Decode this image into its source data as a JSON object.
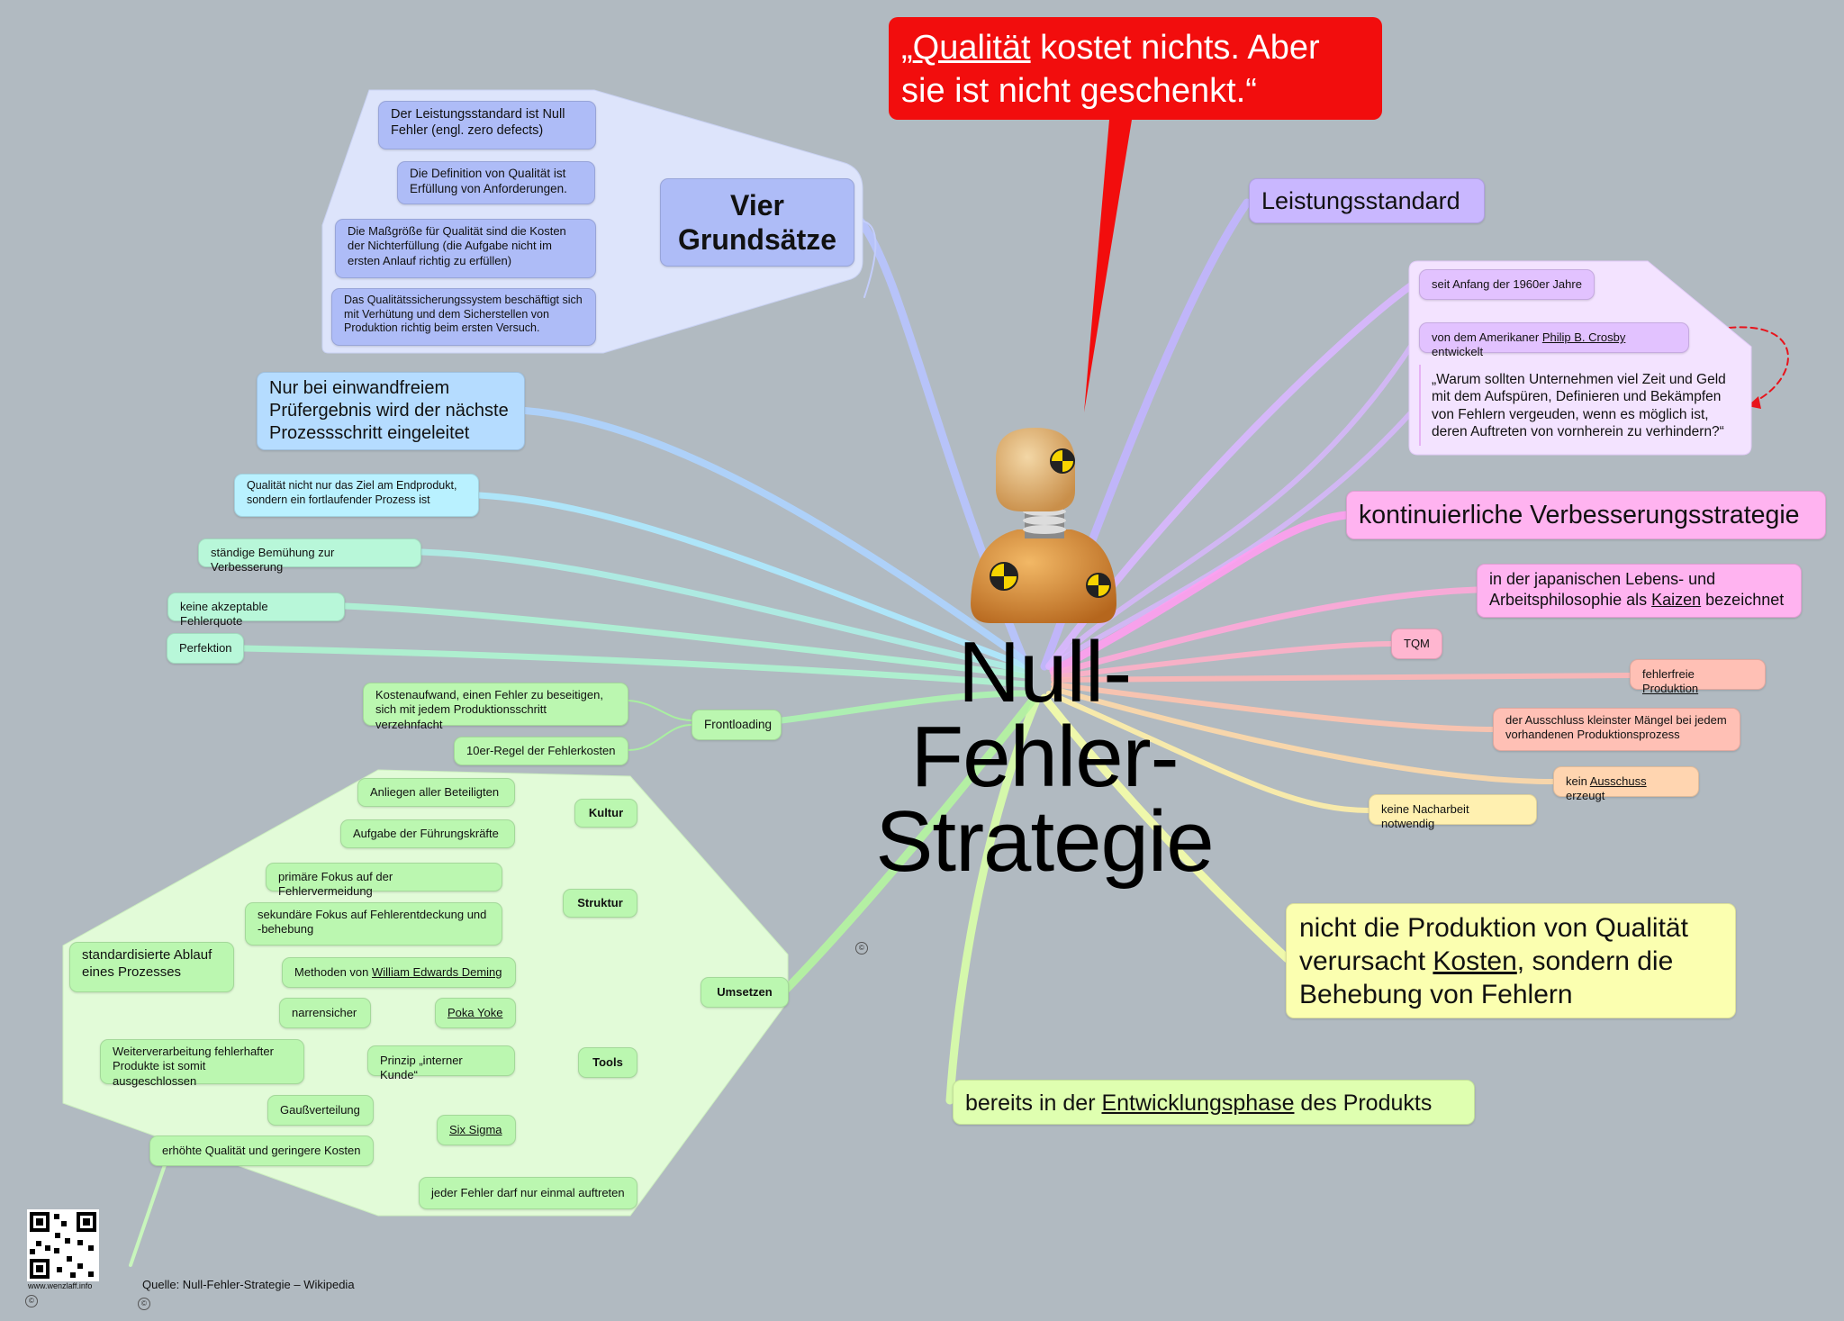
{
  "title": {
    "line1": "Null-",
    "line2": "Fehler-",
    "line3": "Strategie"
  },
  "quote": {
    "open": "„",
    "underlined": "Qualität",
    "rest": " kostet nichts. Aber sie ist nicht geschenkt.“"
  },
  "vier": {
    "heading": "Vier Grundsätze",
    "items": [
      "Der Leistungsstandard ist Null Fehler (engl. zero defects)",
      "Die Definition von Qualität ist Erfüllung von Anforderungen.",
      "Die Maßgröße für Qualität sind die Kosten der Nichterfüllung (die Aufgabe nicht im ersten Anlauf richtig zu erfüllen)",
      "Das Qualitätssicherungssystem beschäftigt sich mit Verhütung und dem Sicherstellen von Produktion richtig beim ersten Versuch."
    ]
  },
  "left": {
    "pruef": "Nur bei einwandfreiem Prüfergebnis wird der nächste Prozessschritt eingeleitet",
    "ziel": "Qualität nicht nur das Ziel am Endprodukt, sondern ein fortlaufender Prozess ist",
    "bemuehung": "ständige Bemühung zur Verbesserung",
    "quote": "keine akzeptable Fehlerquote",
    "perfektion": "Perfektion"
  },
  "frontloading": {
    "label": "Frontloading",
    "kosten": "Kostenaufwand, einen Fehler zu beseitigen, sich mit jedem Produktionsschritt verzehnfacht",
    "regel": "10er-Regel der Fehlerkosten"
  },
  "umsetzen": {
    "label": "Umsetzen",
    "kultur": {
      "label": "Kultur",
      "a": "Anliegen aller Beteiligten",
      "b": "Aufgabe der Führungskräfte"
    },
    "struktur": {
      "label": "Struktur",
      "a": "primäre Fokus auf der Fehlervermeidung",
      "b": "sekundäre Fokus auf Fehlerentdeckung und -behebung"
    },
    "tools": {
      "label": "Tools",
      "deming_pre": "Methoden von ",
      "deming": "William Edwards Deming",
      "ablauf": "standardisierte Ablauf eines Prozesses",
      "poka": "Poka Yoke",
      "narren": "narrensicher",
      "prinzip": "Prinzip „interner Kunde“",
      "weiter": "Weiterverarbeitung fehlerhafter Produkte ist somit ausgeschlossen",
      "sigma": "Six Sigma",
      "gauss": "Gaußverteilung",
      "erhoeht": "erhöhte Qualität und geringere Kosten"
    },
    "einmal": "jeder Fehler darf nur einmal auftreten"
  },
  "right": {
    "leistung": "Leistungsstandard",
    "seit": "seit Anfang der 1960er Jahre",
    "crosby_pre": "von dem Amerikaner ",
    "crosby": "Philip B. Crosby",
    "crosby_post": " entwickelt",
    "warum": "„Warum sollten Unternehmen viel Zeit und Geld mit dem Aufspüren, Definieren und Bekämpfen von Fehlern vergeuden, wenn es möglich ist, deren Auftreten von vornherein zu verhindern?“",
    "kvs": "kontinuierliche Verbesserungsstrategie",
    "kaizen_pre": "in der japanischen Lebens- und Arbeitsphilosophie als ",
    "kaizen": "Kaizen",
    "kaizen_post": " bezeichnet",
    "tqm": "TQM",
    "fehlerfrei_pre": "fehlerfreie ",
    "fehlerfrei": "Produktion",
    "ausschluss": "der Ausschluss kleinster Mängel bei jedem vorhandenen Produktionsprozess",
    "ausschuss_pre": "kein ",
    "ausschuss": "Ausschuss",
    "ausschuss_post": " erzeugt",
    "nacharbeit": "keine Nacharbeit notwendig",
    "kosten_a": "nicht die Produktion von Qualität verursacht ",
    "kosten_u": "Kosten",
    "kosten_b": ", sondern die Behebung von Fehlern",
    "entw_pre": "bereits in der ",
    "entw": "Entwicklungsphase",
    "entw_post": " des Produkts"
  },
  "footer": {
    "source": "Quelle: Null-Fehler-Strategie – Wikipedia",
    "site": "www.wenzlaff.info"
  },
  "colors": {
    "quote": "#f20d0d",
    "background": "#b1bac1",
    "arrow": "#e8141c"
  }
}
